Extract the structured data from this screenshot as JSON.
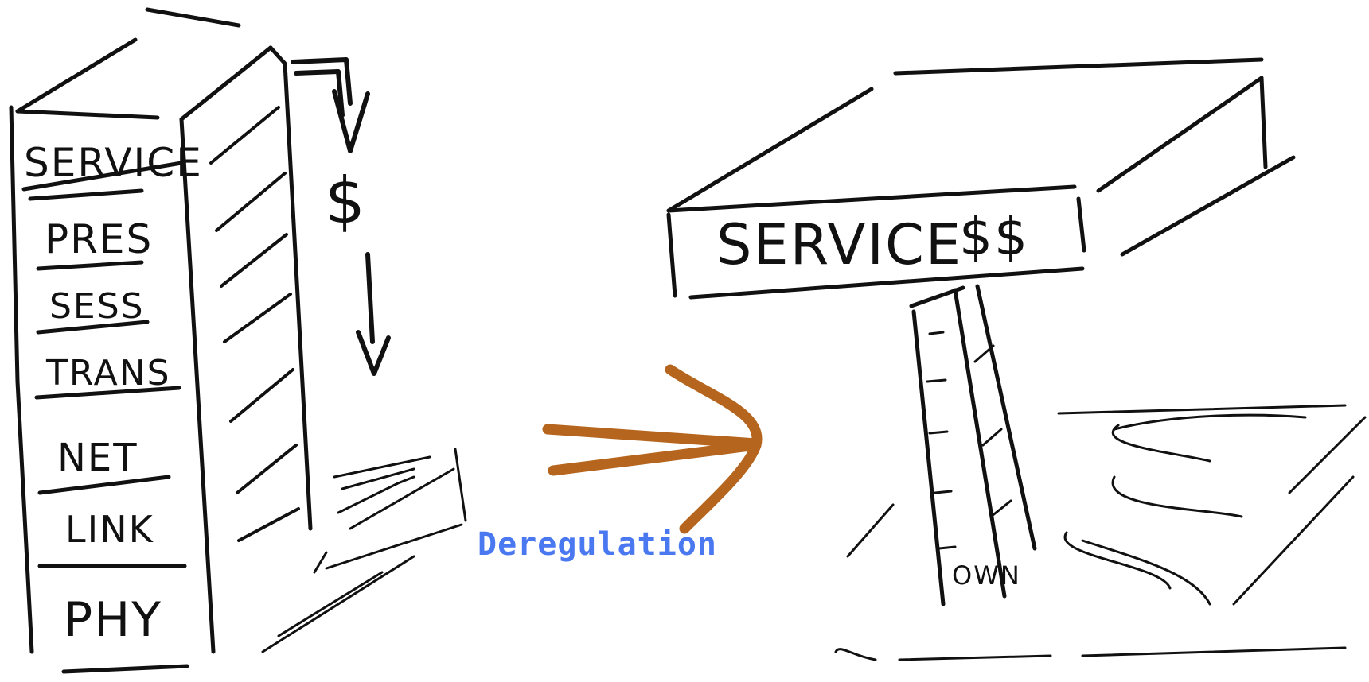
{
  "colors": {
    "ink": "#111111",
    "arrow": "#b5651d",
    "caption": "#4a78f0",
    "background": "#ffffff"
  },
  "left_stack": {
    "layers": [
      {
        "label": "SERVICE"
      },
      {
        "label": "PRES"
      },
      {
        "label": "SESS"
      },
      {
        "label": "TRANS"
      },
      {
        "label": "NET"
      },
      {
        "label": "LINK"
      },
      {
        "label": "PHY"
      }
    ],
    "price_symbol": "$"
  },
  "transition": {
    "label": "Deregulation"
  },
  "right_structure": {
    "top_label": "SERVICE",
    "price_symbol": "$$",
    "pole_label": "OWN"
  }
}
